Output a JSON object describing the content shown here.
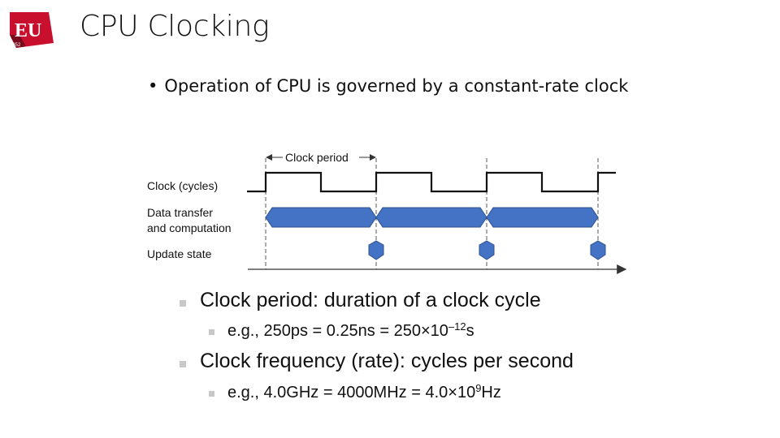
{
  "slide": {
    "logo_text": "EU",
    "logo_year": "1852",
    "title": "CPU Clocking",
    "bullet_symbol": "•",
    "bullet": "Operation of CPU is governed by a constant-rate clock"
  },
  "diagram": {
    "clock_period_label": "Clock period",
    "row_clock": "Clock (cycles)",
    "row_data_line1": "Data transfer",
    "row_data_line2": "and computation",
    "row_update": "Update state"
  },
  "points": [
    {
      "text": "Clock period: duration of a clock cycle",
      "sub": {
        "prefix": "e.g., 250ps = 0.25ns = 250×10",
        "exp": "–12",
        "suffix": "s"
      }
    },
    {
      "text": "Clock frequency (rate): cycles per second",
      "sub": {
        "prefix": "e.g., 4.0GHz = 4000MHz = 4.0×10",
        "exp": "9",
        "suffix": "Hz"
      }
    }
  ],
  "colors": {
    "logo_red": "#c8102e",
    "block_fill": "#4472c4",
    "block_stroke": "#2f528f",
    "bullet_square": "#c8c8c8"
  }
}
